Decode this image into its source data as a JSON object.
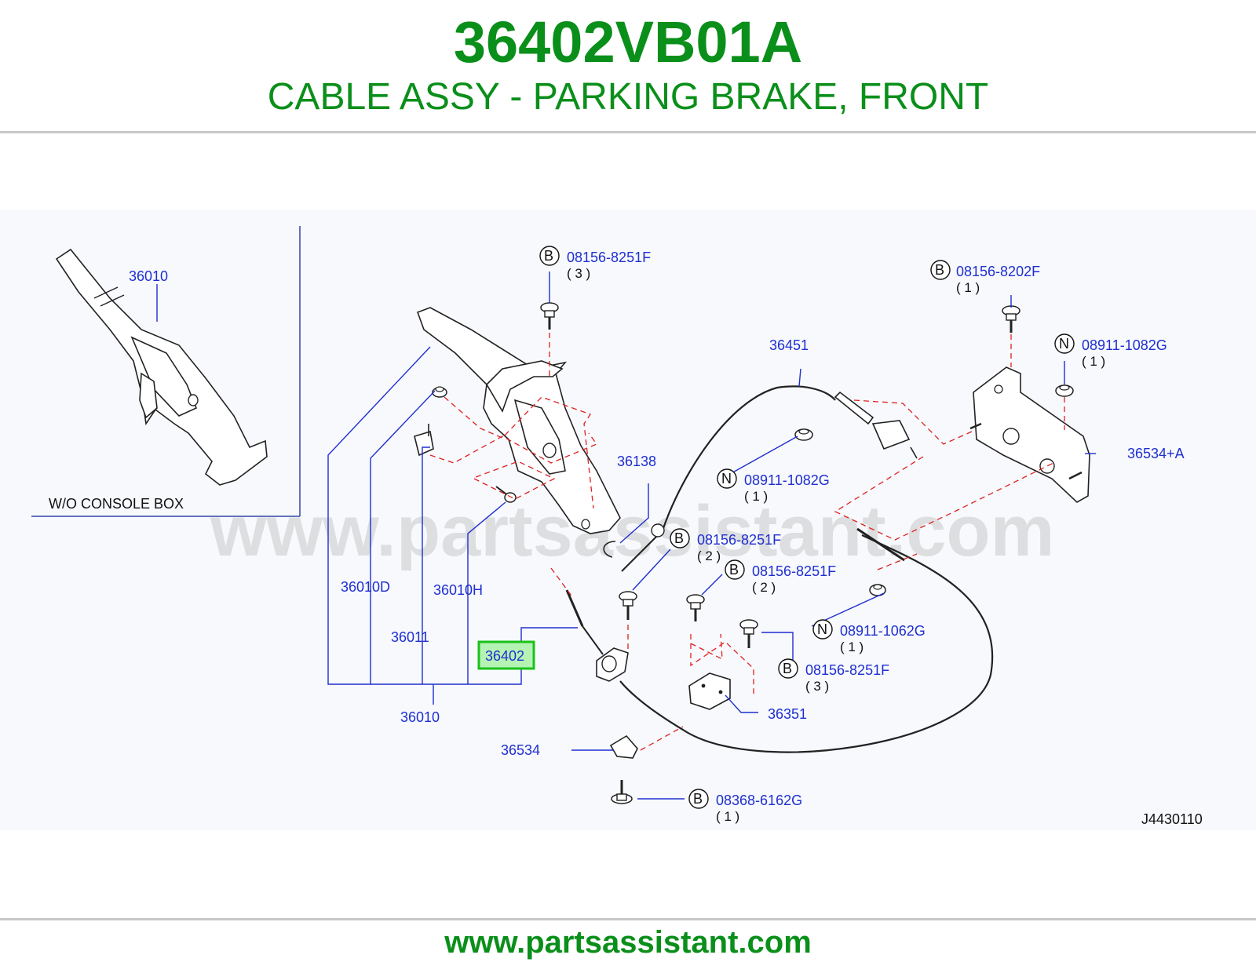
{
  "header": {
    "part_number": "36402VB01A",
    "part_description": "CABLE ASSY - PARKING BRAKE, FRONT"
  },
  "diagram": {
    "watermark": "www.partsassistant.com",
    "diagram_code": "J4430110",
    "inset_caption": "W/O   CONSOLE   BOX",
    "highlighted_part": "36402",
    "labels": {
      "inset_36010": "36010",
      "p36138": "36138",
      "p36451": "36451",
      "p36534a": "36534+A",
      "p36010d": "36010D",
      "p36010h": "36010H",
      "p36011": "36011",
      "p36010": "36010",
      "p36351": "36351",
      "p36534": "36534"
    },
    "callouts": {
      "c1": {
        "badge": "B",
        "code": "08156-8251F",
        "qty": "( 3 )"
      },
      "c2": {
        "badge": "B",
        "code": "08156-8202F",
        "qty": "( 1 )"
      },
      "c3": {
        "badge": "N",
        "code": "08911-1082G",
        "qty": "( 1 )"
      },
      "c4": {
        "badge": "N",
        "code": "08911-1082G",
        "qty": "( 1 )"
      },
      "c5": {
        "badge": "B",
        "code": "08156-8251F",
        "qty": "( 2 )"
      },
      "c6": {
        "badge": "B",
        "code": "08156-8251F",
        "qty": "( 2 )"
      },
      "c7": {
        "badge": "N",
        "code": "08911-1062G",
        "qty": "( 1 )"
      },
      "c8": {
        "badge": "B",
        "code": "08156-8251F",
        "qty": "( 3 )"
      },
      "c9": {
        "badge": "B",
        "code": "08368-6162G",
        "qty": "( 1 )"
      }
    }
  },
  "footer": {
    "site": "www.partsassistant.com"
  },
  "colors": {
    "brand_green": "#0a8f1a",
    "label_blue": "#1f2fd0",
    "dash_red": "#e02020",
    "highlight_green": "#19c219"
  }
}
